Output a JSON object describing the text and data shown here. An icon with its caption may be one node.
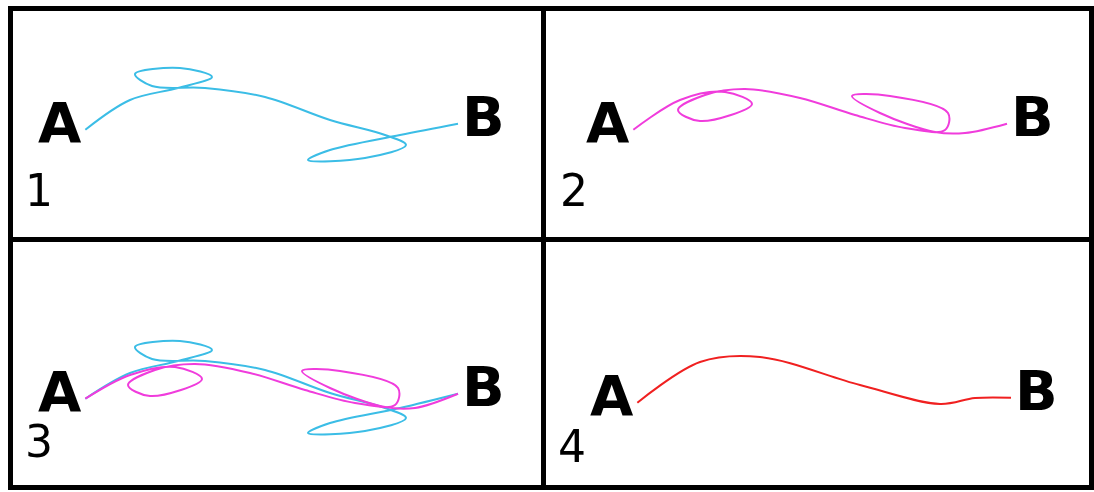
{
  "diagram": {
    "nodes": [
      {
        "text": [
          "1"
        ]
      },
      {
        "text": [
          "A"
        ],
        "in": 0
      },
      {
        "text": [
          "B"
        ],
        "in": 0
      },
      {
        "text": [
          "2"
        ]
      },
      {
        "text": [
          "A"
        ],
        "in": 3
      },
      {
        "text": [
          "B"
        ],
        "in": 3
      },
      {
        "text": [
          "3"
        ]
      },
      {
        "text": [
          "A"
        ],
        "in": 6
      },
      {
        "text": [
          "B"
        ],
        "in": 6
      },
      {
        "text": [
          "4"
        ]
      },
      {
        "text": [
          "A"
        ],
        "in": 9
      },
      {
        "text": [
          "B"
        ],
        "in": 9
      }
    ],
    "edges": [
      {
        "from": 1,
        "to": 2,
        "arrow": "none",
        "color": "#3bbde6"
      },
      {
        "from": 4,
        "to": 5,
        "arrow": "none",
        "color": "#f03cdc"
      },
      {
        "from": 7,
        "to": 8,
        "arrow": "none",
        "color": "#3bbde6"
      },
      {
        "from": 7,
        "to": 8,
        "arrow": "none",
        "color": "#f03cdc"
      },
      {
        "from": 10,
        "to": 11,
        "arrow": "none",
        "color": "#f02020"
      }
    ]
  }
}
